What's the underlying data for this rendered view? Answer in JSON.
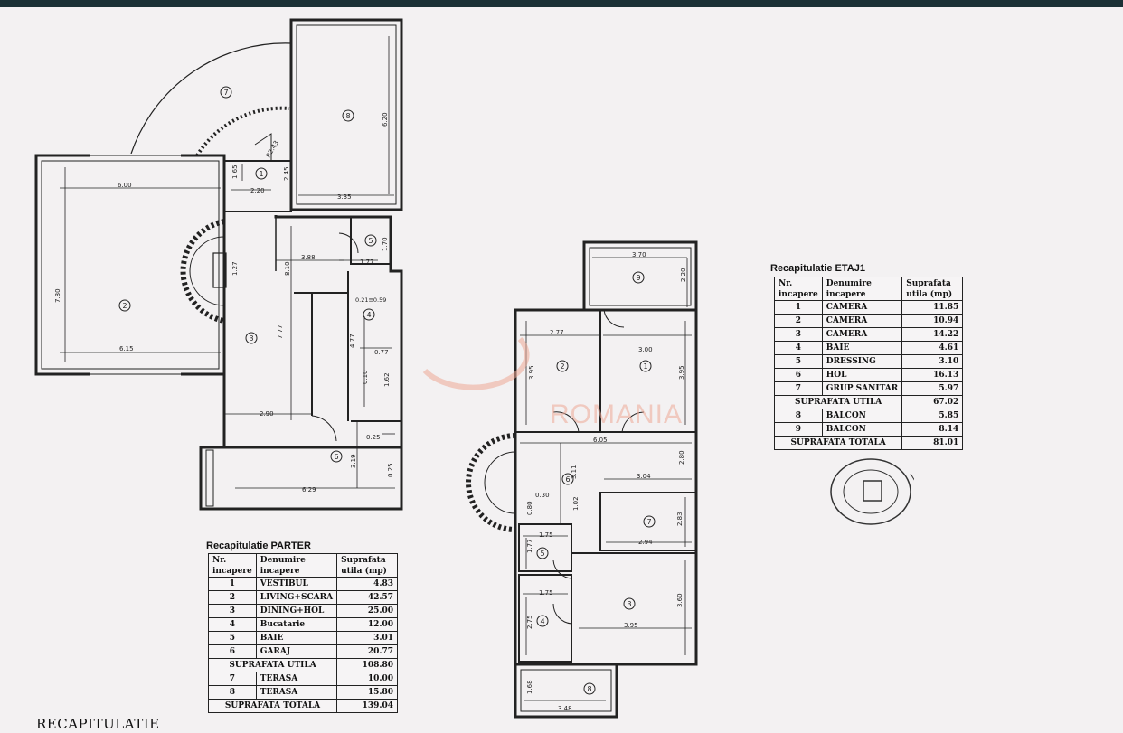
{
  "colors": {
    "line": "#222222",
    "top_bar": "#1c3136",
    "watermark": "#eca896",
    "paper": "#f3f1f2"
  },
  "watermark": {
    "text": "ROMANIA"
  },
  "footer": {
    "text": "RECAPITULATIE"
  },
  "parter": {
    "title": "Recapitulatie PARTER",
    "headers": [
      "Nr.\nincapere",
      "Denumire\nincapere",
      "Suprafata\nutila (mp)"
    ],
    "rows": [
      {
        "nr": "1",
        "name": "VESTIBUL",
        "area": "4.83"
      },
      {
        "nr": "2",
        "name": "LIVING+SCARA",
        "area": "42.57"
      },
      {
        "nr": "3",
        "name": "DINING+HOL",
        "area": "25.00"
      },
      {
        "nr": "4",
        "name": "Bucatarie",
        "area": "12.00"
      },
      {
        "nr": "5",
        "name": "BAIE",
        "area": "3.01"
      },
      {
        "nr": "6",
        "name": "GARAJ",
        "area": "20.77"
      }
    ],
    "utila_label": "SUPRAFATA UTILA",
    "utila_value": "108.80",
    "extra_rows": [
      {
        "nr": "7",
        "name": "TERASA",
        "area": "10.00"
      },
      {
        "nr": "8",
        "name": "TERASA",
        "area": "15.80"
      }
    ],
    "total_label": "SUPRAFATA TOTALA",
    "total_value": "139.04"
  },
  "etaj": {
    "title": "Recapitulatie ETAJ1",
    "headers": [
      "Nr.\nincapere",
      "Denumire\nincapere",
      "Suprafata\nutila (mp)"
    ],
    "rows": [
      {
        "nr": "1",
        "name": "CAMERA",
        "area": "11.85"
      },
      {
        "nr": "2",
        "name": "CAMERA",
        "area": "10.94"
      },
      {
        "nr": "3",
        "name": "CAMERA",
        "area": "14.22"
      },
      {
        "nr": "4",
        "name": "BAIE",
        "area": "4.61"
      },
      {
        "nr": "5",
        "name": "DRESSING",
        "area": "3.10"
      },
      {
        "nr": "6",
        "name": "HOL",
        "area": "16.13"
      },
      {
        "nr": "7",
        "name": "GRUP SANITAR",
        "area": "5.97"
      }
    ],
    "utila_label": "SUPRAFATA UTILA",
    "utila_value": "67.02",
    "extra_rows": [
      {
        "nr": "8",
        "name": "BALCON",
        "area": "5.85"
      },
      {
        "nr": "9",
        "name": "BALCON",
        "area": "8.14"
      }
    ],
    "total_label": "SUPRAFATA TOTALA",
    "total_value": "81.01"
  },
  "ground_plan": {
    "room_numbers": [
      "1",
      "2",
      "3",
      "4",
      "5",
      "6",
      "7",
      "8"
    ],
    "dimensions": [
      "6.00",
      "6.15",
      "7.80",
      "1.65",
      "2.20",
      "2.45",
      "3.35",
      "6.20",
      "3.88",
      "1.70",
      "1.77",
      "1.27",
      "8.10",
      "7.77",
      "4.77",
      "0.21≡0.59",
      "0.77",
      "0.10",
      "1.62",
      "2.90",
      "0.25",
      "0.25",
      "3.19",
      "6.29",
      "R2.43"
    ]
  },
  "first_floor_plan": {
    "room_numbers": [
      "1",
      "2",
      "3",
      "4",
      "5",
      "6",
      "7",
      "8",
      "9"
    ],
    "dimensions": [
      "3.70",
      "2.20",
      "2.77",
      "3.00",
      "3.95",
      "3.95",
      "6.05",
      "2.80",
      "3.11",
      "3.04",
      "0.30",
      "0.80",
      "1.02",
      "2.83",
      "2.94",
      "1.75",
      "1.77",
      "1.75",
      "2.75",
      "3.95",
      "3.60",
      "1.68",
      "3.48"
    ]
  }
}
